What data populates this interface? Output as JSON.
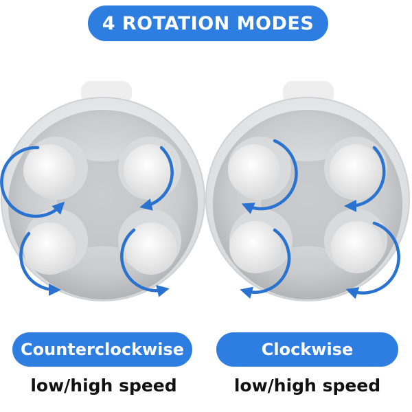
{
  "title": "4 ROTATION MODES",
  "modes": [
    {
      "label": "Counterclockwise",
      "speed": "low/high speed"
    },
    {
      "label": "Clockwise",
      "speed": "low/high speed"
    }
  ],
  "colors": {
    "accent": "#2e7de0",
    "arrow": "#2a72cf",
    "body": "#c9cacc",
    "nub": "#ffffff"
  },
  "icons": [
    "massage-head-icon",
    "rotation-arrow-icon"
  ]
}
